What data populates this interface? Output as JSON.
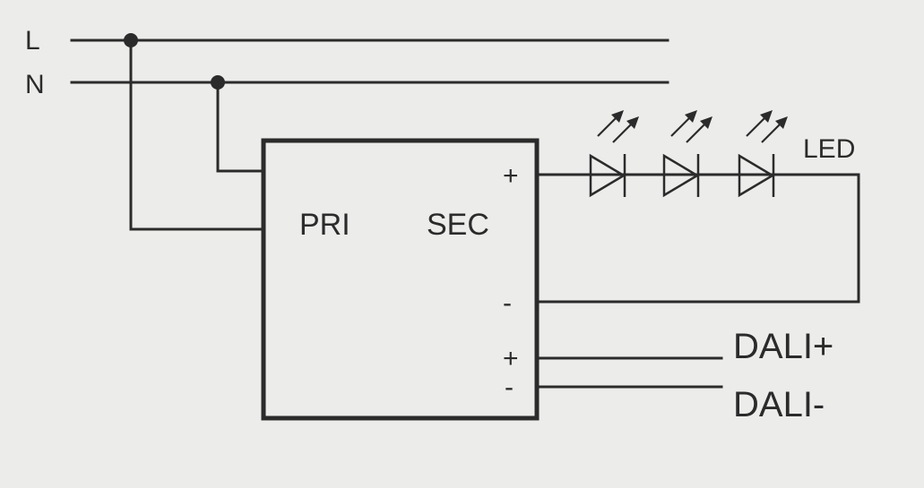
{
  "labels": {
    "line": "L",
    "neutral": "N",
    "primary": "PRI",
    "secondary": "SEC",
    "led": "LED",
    "sec_plus": "+",
    "sec_minus": "-",
    "dali_plus_pin": "+",
    "dali_minus_pin": "-",
    "dali_plus": "DALI+",
    "dali_minus": "DALI-"
  },
  "colors": {
    "ink": "#2b2b2b",
    "paper": "#ececeb"
  }
}
